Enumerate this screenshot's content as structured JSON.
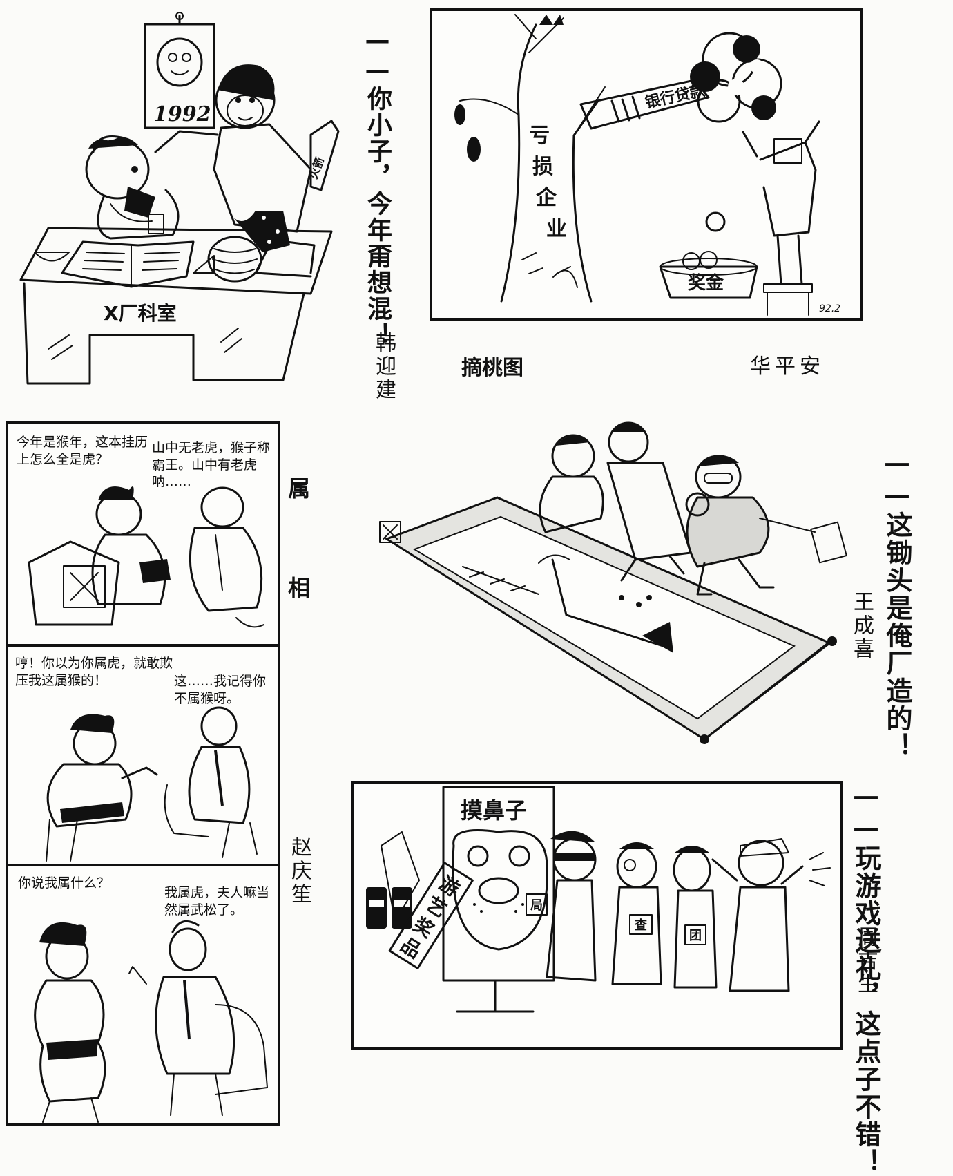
{
  "cartoons": {
    "monkey_year": {
      "caption": "——你小子，今年甭想混！",
      "author": "韩迎建",
      "calendar_year": "1992",
      "desk_sign": "X厂科室",
      "rocket_label": "火箭"
    },
    "peach_picking": {
      "title": "摘桃图",
      "author": "华平安",
      "trunk_label": "亏损企业",
      "branch_label": "银行贷款",
      "basket_label": "奖金",
      "date_mark": "92.2"
    },
    "zodiac": {
      "title": "属相",
      "author": "赵庆笙",
      "frames": [
        {
          "left_speech": "今年是猴年，这本挂历上怎么全是虎？",
          "right_speech": "山中无老虎，猴子称霸王。山中有老虎呐……"
        },
        {
          "left_speech": "哼！你以为你属虎，就敢欺压我这属猴的！",
          "right_speech": "这……我记得你不属猴呀。"
        },
        {
          "left_speech": "你说我属什么？",
          "right_speech": "我属虎，夫人嘛当然属武松了。"
        }
      ]
    },
    "hoe": {
      "caption": "——这锄头是俺厂造的！",
      "author": "王成喜"
    },
    "nose_game": {
      "caption": "——玩游戏送礼，这点子不错！",
      "author": "周吉生",
      "poster_title": "摸鼻子",
      "prize_banner": "游艺奖品",
      "armbands": [
        "局",
        "查",
        "团"
      ]
    }
  }
}
